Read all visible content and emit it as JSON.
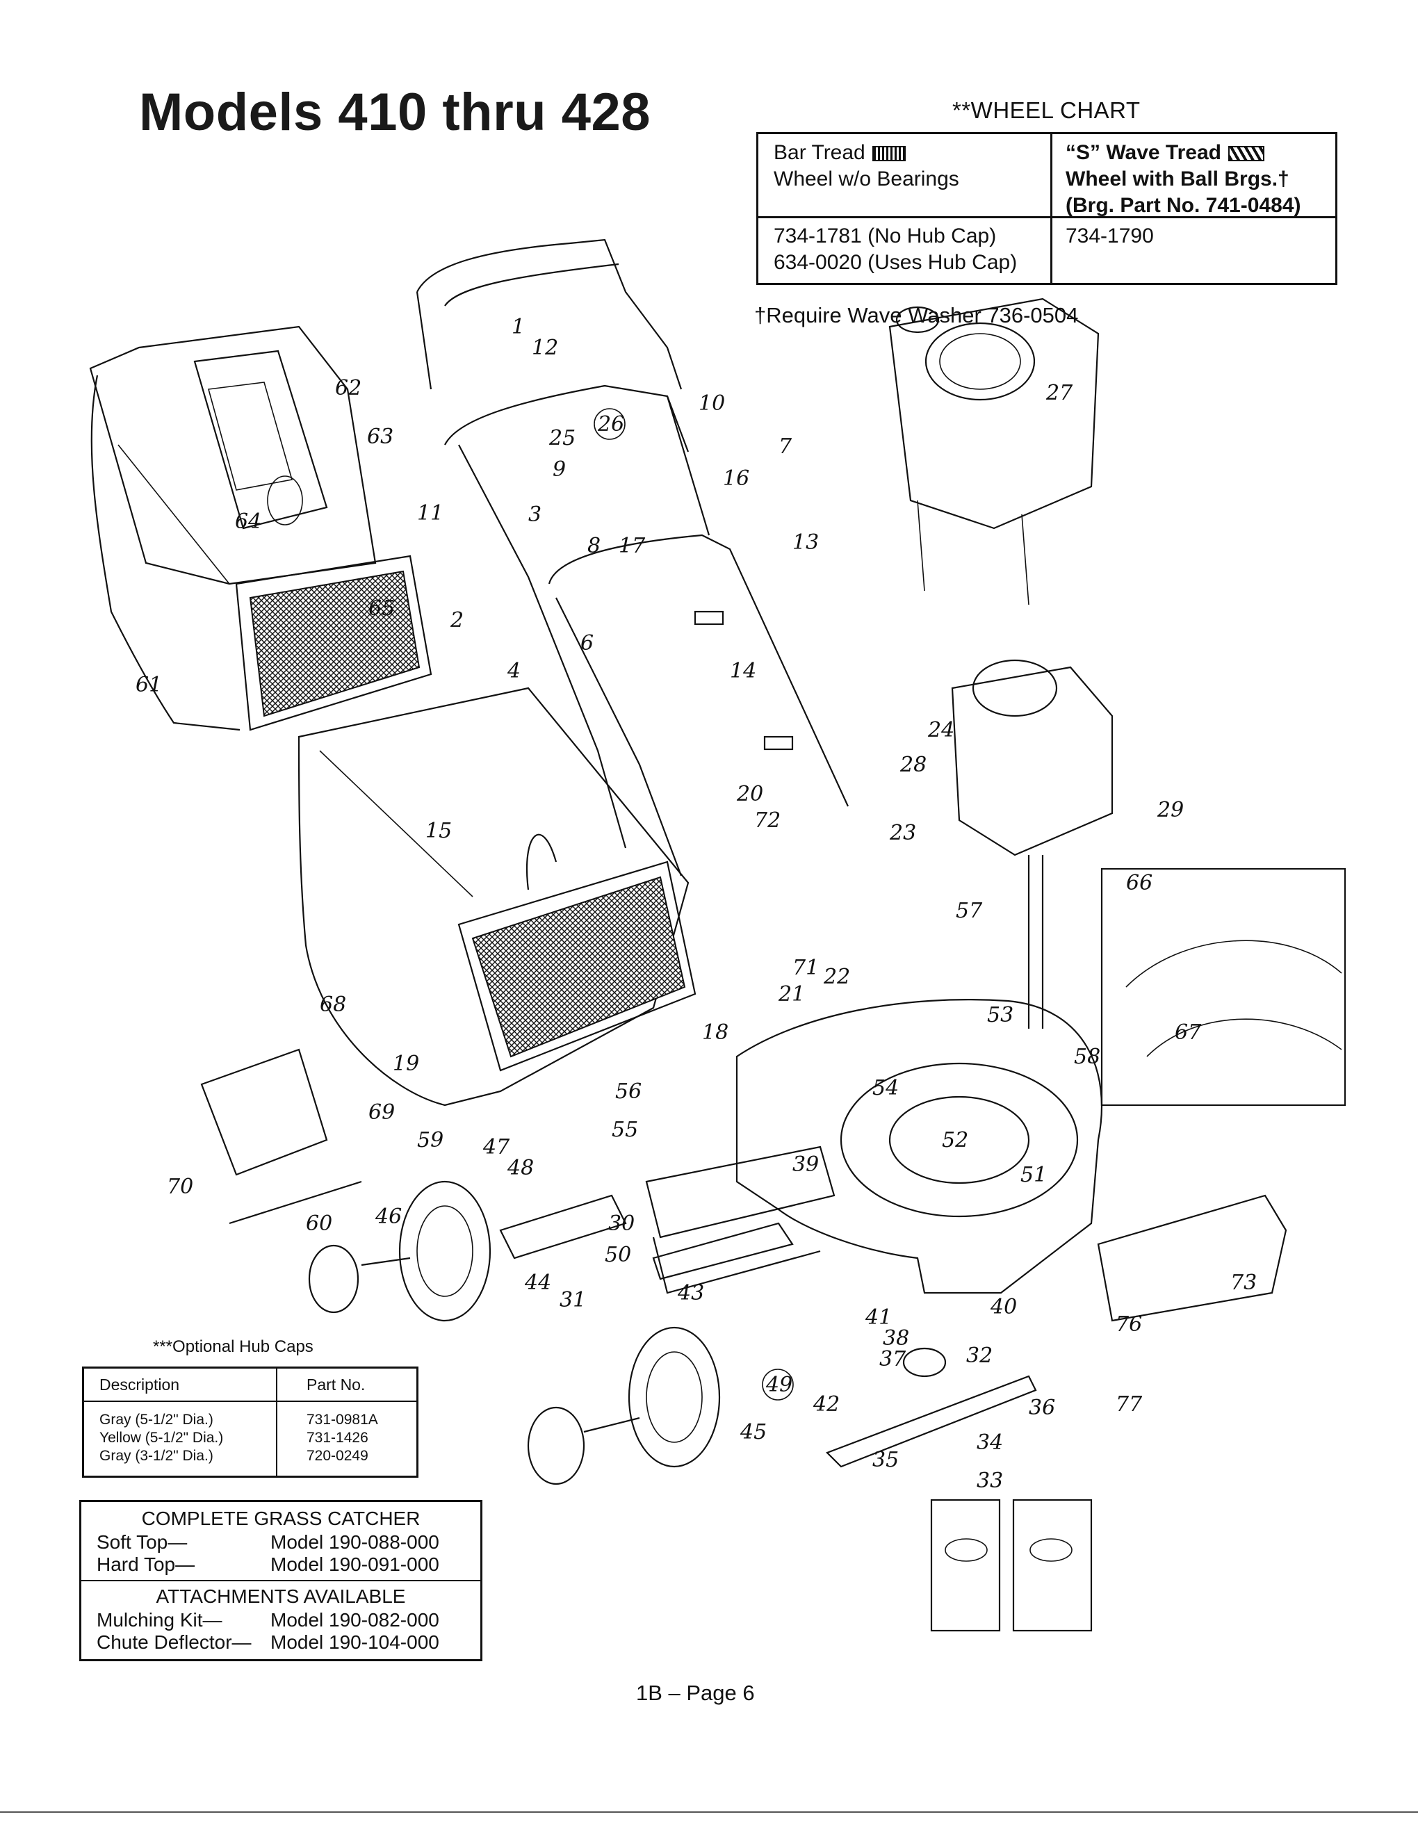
{
  "title": "Models 410 thru 428",
  "wheel_chart": {
    "title": "**WHEEL CHART",
    "col1_header_line1": "Bar Tread",
    "col1_header_line2": "Wheel w/o Bearings",
    "col2_header_line1": "“S” Wave Tread",
    "col2_header_line2": "Wheel with Ball Brgs.†",
    "col2_header_line3": "(Brg. Part No. 741-0484)",
    "col1_value_line1": "734-1781 (No Hub Cap)",
    "col1_value_line2": "634-0020 (Uses Hub Cap)",
    "col2_value": "734-1790",
    "footnote": "†Require Wave Washer 736-0504"
  },
  "hub_caps": {
    "title": "***Optional Hub Caps",
    "headers": [
      "Description",
      "Part No."
    ],
    "rows": [
      [
        "Gray (5-1/2\" Dia.)",
        "731-0981A"
      ],
      [
        "Yellow (5-1/2\" Dia.)",
        "731-1426"
      ],
      [
        "Gray (3-1/2\" Dia.)",
        "720-0249"
      ]
    ]
  },
  "grass_catcher": {
    "title": "COMPLETE GRASS CATCHER",
    "rows": [
      [
        "Soft Top—",
        "Model 190-088-000"
      ],
      [
        "Hard Top—",
        "Model 190-091-000"
      ]
    ]
  },
  "attachments": {
    "title": "ATTACHMENTS AVAILABLE",
    "rows": [
      [
        "Mulching Kit—",
        "Model 190-082-000"
      ],
      [
        "Chute Deflector—",
        "Model 190-104-000"
      ]
    ]
  },
  "page_number": "1B – Page 6",
  "part_labels": [
    "1",
    "2",
    "3",
    "4",
    "6",
    "7",
    "8",
    "9",
    "10",
    "11",
    "12",
    "13",
    "14",
    "15",
    "16",
    "17",
    "18",
    "19",
    "20",
    "21",
    "22",
    "23",
    "24",
    "25",
    "26",
    "27",
    "28",
    "29",
    "30",
    "31",
    "32",
    "33",
    "34",
    "35",
    "36",
    "37",
    "38",
    "39",
    "40",
    "41",
    "42",
    "43",
    "44",
    "45",
    "46",
    "47",
    "48",
    "49",
    "50",
    "51",
    "52",
    "53",
    "54",
    "55",
    "56",
    "57",
    "58",
    "59",
    "60",
    "61",
    "62",
    "63",
    "64",
    "65",
    "66",
    "67",
    "68",
    "69",
    "70",
    "71",
    "72",
    "73",
    "76",
    "77"
  ]
}
